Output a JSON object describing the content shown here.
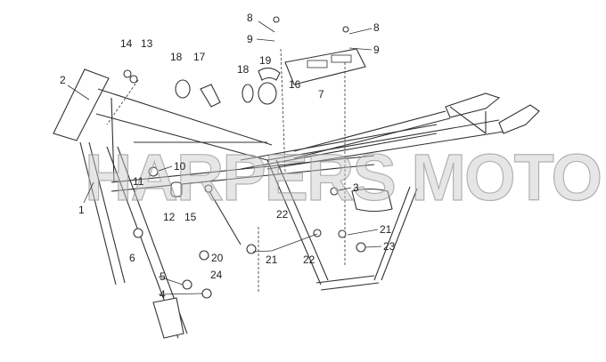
{
  "diagram": {
    "watermark": "HARPERS MOTO GUZZI©",
    "callouts": [
      {
        "id": "c8a",
        "text": "8"
      },
      {
        "id": "c9a",
        "text": "9"
      },
      {
        "id": "c8b",
        "text": "8"
      },
      {
        "id": "c9b",
        "text": "9"
      },
      {
        "id": "c14",
        "text": "14"
      },
      {
        "id": "c13",
        "text": "13"
      },
      {
        "id": "c18a",
        "text": "18"
      },
      {
        "id": "c17",
        "text": "17"
      },
      {
        "id": "c18b",
        "text": "18"
      },
      {
        "id": "c19",
        "text": "19"
      },
      {
        "id": "c16",
        "text": "16"
      },
      {
        "id": "c7",
        "text": "7"
      },
      {
        "id": "c2",
        "text": "2"
      },
      {
        "id": "c10",
        "text": "10"
      },
      {
        "id": "c11",
        "text": "11"
      },
      {
        "id": "c3",
        "text": "3"
      },
      {
        "id": "c1",
        "text": "1"
      },
      {
        "id": "c12",
        "text": "12"
      },
      {
        "id": "c15",
        "text": "15"
      },
      {
        "id": "c22a",
        "text": "22"
      },
      {
        "id": "c21a",
        "text": "21"
      },
      {
        "id": "c23",
        "text": "23"
      },
      {
        "id": "c6",
        "text": "6"
      },
      {
        "id": "c20",
        "text": "20"
      },
      {
        "id": "c21b",
        "text": "21"
      },
      {
        "id": "c22b",
        "text": "22"
      },
      {
        "id": "c24",
        "text": "24"
      },
      {
        "id": "c5",
        "text": "5"
      },
      {
        "id": "c4",
        "text": "4"
      }
    ]
  }
}
